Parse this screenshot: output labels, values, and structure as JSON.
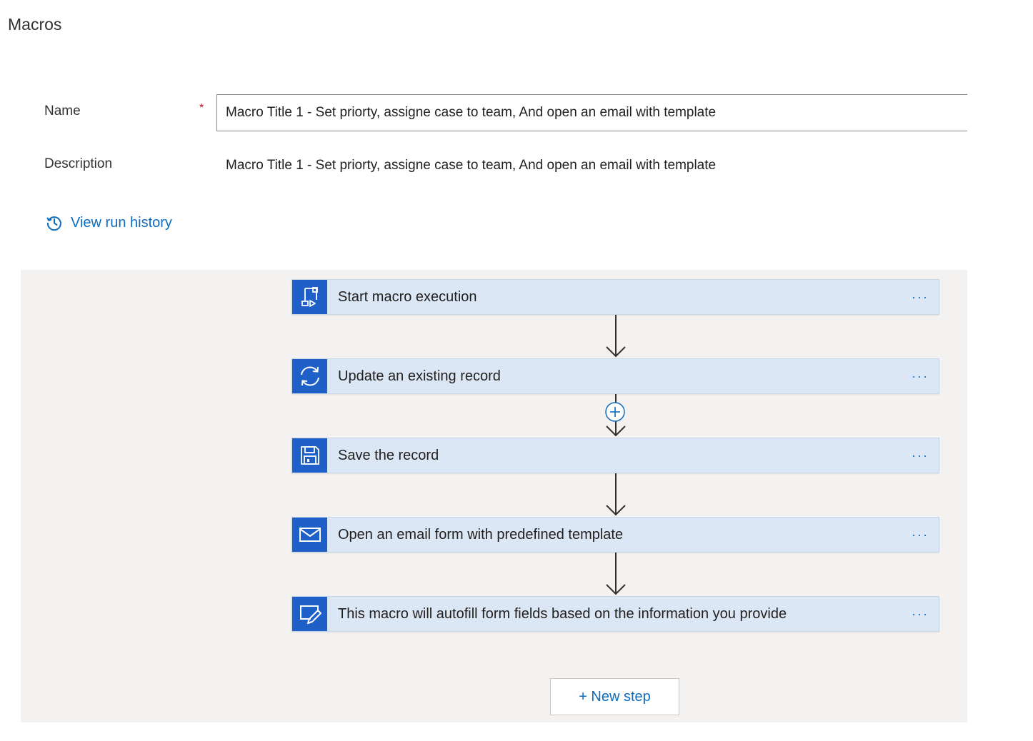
{
  "page": {
    "title": "Macros"
  },
  "form": {
    "name_label": "Name",
    "required_marker": "*",
    "name_value": "Macro Title 1 - Set priorty, assigne case to team, And open an email with template",
    "description_label": "Description",
    "description_value": "Macro Title 1 - Set priorty, assigne case to team, And open an email with template"
  },
  "history": {
    "link_label": "View run history",
    "icon": "history-clock-icon"
  },
  "flow": {
    "steps": [
      {
        "label": "Start macro execution",
        "icon": "macro-start-icon",
        "more": "···"
      },
      {
        "label": "Update an existing record",
        "icon": "refresh-icon",
        "more": "···"
      },
      {
        "label": "Save the record",
        "icon": "save-icon",
        "more": "···"
      },
      {
        "label": "Open an email form with predefined template",
        "icon": "mail-icon",
        "more": "···"
      },
      {
        "label": "This macro will autofill form fields based on the information you provide",
        "icon": "autofill-form-icon",
        "more": "···"
      }
    ],
    "new_step_label": "+ New step"
  },
  "colors": {
    "accent": "#0f6cbd",
    "step_icon_bg": "#1f5fc8",
    "step_bg": "#dce7f6",
    "canvas_bg": "#f3f2f1",
    "required": "#c50f1f"
  }
}
